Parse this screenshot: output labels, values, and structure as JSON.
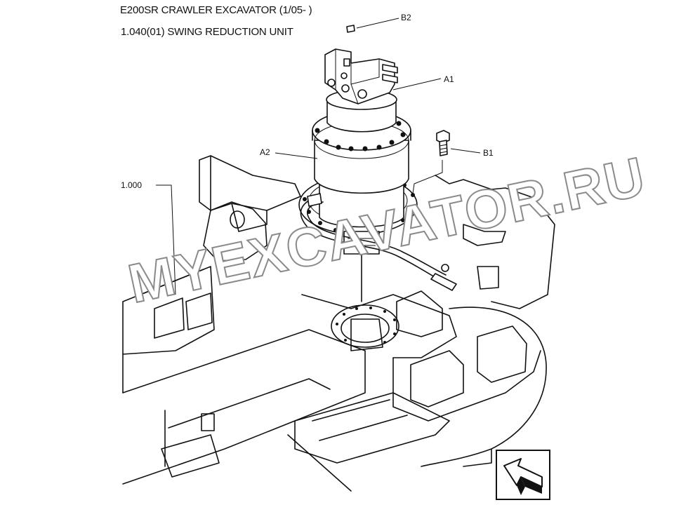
{
  "header": {
    "model": "E200SR CRAWLER EXCAVATOR (1/05- )",
    "section": "1.040(01) SWING REDUCTION UNIT"
  },
  "callouts": {
    "b2": "B2",
    "a1": "A1",
    "a2": "A2",
    "b1": "B1",
    "ref": "1.000"
  },
  "watermark": "MYEXCAVATOR.RU",
  "icons": {
    "nav": "arrow-up-left-icon"
  },
  "colors": {
    "ink": "#111111",
    "watermark_outline": "#8a8a8a",
    "background": "#ffffff"
  }
}
